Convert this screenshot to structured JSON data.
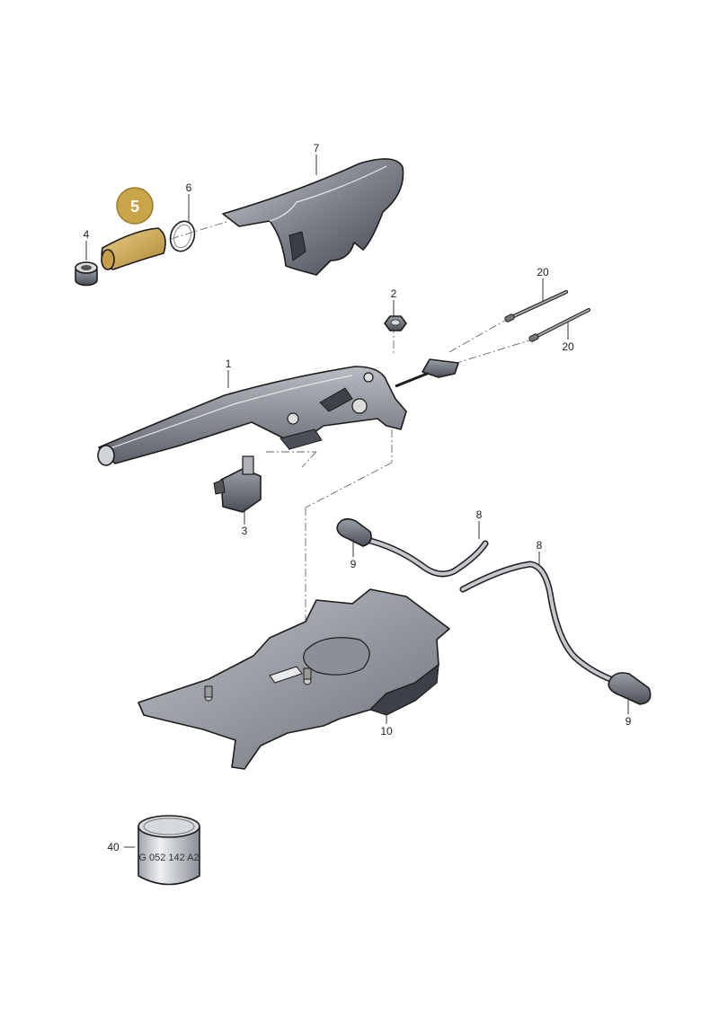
{
  "diagram": {
    "highlight_color": "#c9a448",
    "parts": [
      {
        "id": "p1",
        "number": "1"
      },
      {
        "id": "p2",
        "number": "2"
      },
      {
        "id": "p3",
        "number": "3"
      },
      {
        "id": "p4",
        "number": "4"
      },
      {
        "id": "p5",
        "number": "5",
        "highlighted": true
      },
      {
        "id": "p6",
        "number": "6"
      },
      {
        "id": "p7",
        "number": "7"
      },
      {
        "id": "p8a",
        "number": "8"
      },
      {
        "id": "p8b",
        "number": "8"
      },
      {
        "id": "p9a",
        "number": "9"
      },
      {
        "id": "p9b",
        "number": "9"
      },
      {
        "id": "p10",
        "number": "10"
      },
      {
        "id": "p20a",
        "number": "20"
      },
      {
        "id": "p20b",
        "number": "20"
      },
      {
        "id": "p40",
        "number": "40"
      }
    ],
    "sealant_can_text": "G 052 142 A2"
  }
}
